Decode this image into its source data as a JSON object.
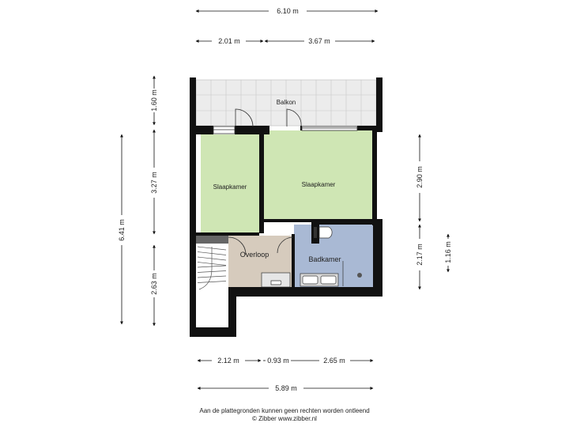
{
  "rooms": {
    "balcony": "Balkon",
    "bedroom_left": "Slaapkamer",
    "bedroom_right": "Slaapkamer",
    "landing": "Overloop",
    "bathroom": "Badkamer"
  },
  "dimensions": {
    "top_total": "6.10 m",
    "top_left": "2.01 m",
    "top_right": "3.67 m",
    "left_balcony": "1.60 m",
    "left_bedroom": "3.27 m",
    "left_total": "6.41 m",
    "left_lower": "2.63 m",
    "right_bedroom": "2.90 m",
    "right_bath": "2.17 m",
    "right_small": "1.16 m",
    "bottom_left": "2.12 m",
    "bottom_mid": "0.93 m",
    "bottom_right": "2.65 m",
    "bottom_total": "5.89 m"
  },
  "colors": {
    "bedroom": "#cfe6b4",
    "landing": "#d6cbbd",
    "bathroom": "#a9b9d4",
    "balcony": "#ececec",
    "wall": "#111111"
  },
  "footer": {
    "line1": "Aan de plattegronden kunnen geen rechten worden ontleend",
    "line2": "© Zibber www.zibber.nl"
  }
}
